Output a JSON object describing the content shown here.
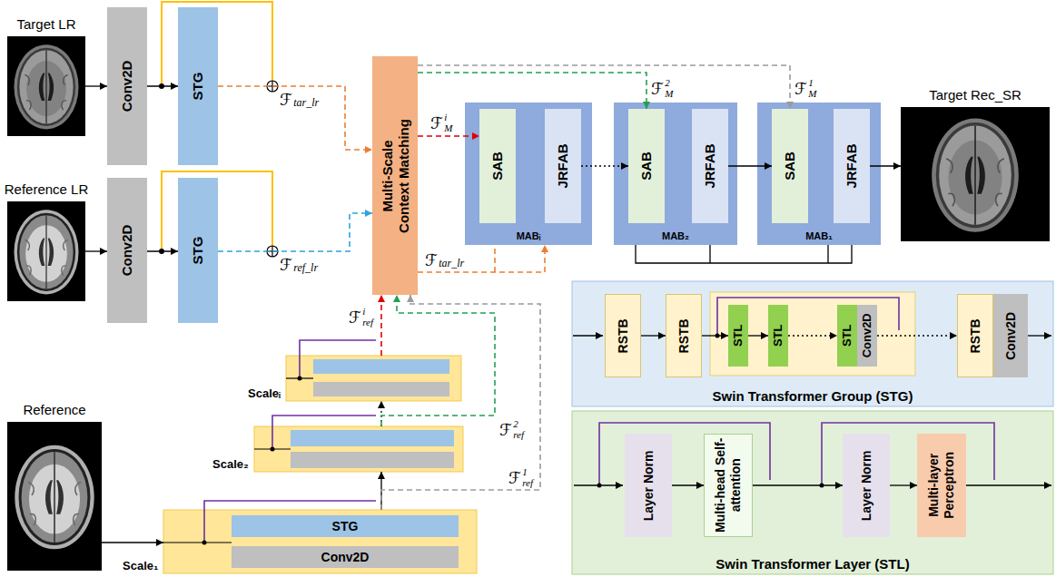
{
  "diagram": {
    "nodes": [
      {
        "text": [
          "Target LR"
        ]
      },
      {
        "text": [
          "Conv2D"
        ]
      },
      {
        "text": [
          "STG"
        ]
      },
      {
        "text": [
          "Reference LR"
        ]
      },
      {
        "text": [
          "Conv2D"
        ]
      },
      {
        "text": [
          "STG"
        ]
      },
      {
        "text": [
          "Multi-Scale Context Matching"
        ]
      },
      {
        "text": [
          "MABᵢ"
        ]
      },
      {
        "text": [
          "SAB"
        ],
        "in": 7
      },
      {
        "text": [
          "JRFAB"
        ],
        "in": 7
      },
      {
        "text": [
          "MAB₂"
        ]
      },
      {
        "text": [
          "SAB"
        ],
        "in": 10
      },
      {
        "text": [
          "JRFAB"
        ],
        "in": 10
      },
      {
        "text": [
          "MAB₁"
        ]
      },
      {
        "text": [
          "SAB"
        ],
        "in": 13
      },
      {
        "text": [
          "JRFAB"
        ],
        "in": 13
      },
      {
        "text": [
          "Target Rec_SR"
        ]
      },
      {
        "text": [
          "Reference"
        ]
      },
      {
        "text": [
          "Scale₁"
        ]
      },
      {
        "text": [
          "STG"
        ],
        "in": 18
      },
      {
        "text": [
          "Conv2D"
        ],
        "in": 18
      },
      {
        "text": [
          "Scale₂"
        ]
      },
      {
        "text": [
          "Scaleᵢ"
        ]
      },
      {
        "text": [
          "Swin Transformer Group (STG)"
        ]
      },
      {
        "text": [
          "RSTB"
        ],
        "in": 23
      },
      {
        "text": [
          "RSTB"
        ],
        "in": 23
      },
      {
        "text": [
          "STL"
        ],
        "in": 23
      },
      {
        "text": [
          "STL"
        ],
        "in": 23
      },
      {
        "text": [
          "STL"
        ],
        "in": 23
      },
      {
        "text": [
          "Conv2D"
        ],
        "in": 23
      },
      {
        "text": [
          "RSTB"
        ],
        "in": 23
      },
      {
        "text": [
          "Conv2D"
        ],
        "in": 23
      },
      {
        "text": [
          "Swin Transformer Layer (STL)"
        ]
      },
      {
        "text": [
          "Layer Norm"
        ],
        "in": 32
      },
      {
        "text": [
          "Multi-head Self-attention"
        ],
        "in": 32
      },
      {
        "text": [
          "Layer Norm"
        ],
        "in": 32
      },
      {
        "text": [
          "Multi-layer Perceptron"
        ],
        "in": 32
      }
    ],
    "edges": [
      {
        "from": 0,
        "to": 1,
        "arrow": "to"
      },
      {
        "from": 1,
        "to": 2,
        "arrow": "to"
      },
      {
        "from": 2,
        "to": 6,
        "arrow": "to"
      },
      {
        "from": 3,
        "to": 4,
        "arrow": "to"
      },
      {
        "from": 4,
        "to": 5,
        "arrow": "to"
      },
      {
        "from": 5,
        "to": 6,
        "arrow": "to"
      },
      {
        "from": 6,
        "to": 8,
        "arrow": "to"
      },
      {
        "from": 6,
        "to": 11,
        "arrow": "to"
      },
      {
        "from": 6,
        "to": 14,
        "arrow": "to"
      },
      {
        "from": 6,
        "to": 7,
        "arrow": "to"
      },
      {
        "from": 9,
        "to": 11,
        "arrow": "to"
      },
      {
        "from": 12,
        "to": 14,
        "arrow": "to"
      },
      {
        "from": 15,
        "to": 16,
        "arrow": "to"
      },
      {
        "from": 17,
        "to": 18,
        "arrow": "to"
      },
      {
        "from": 18,
        "to": 21,
        "arrow": "to"
      },
      {
        "from": 21,
        "to": 22,
        "arrow": "to"
      },
      {
        "from": 22,
        "to": 6,
        "arrow": "to"
      },
      {
        "from": 21,
        "to": 6,
        "arrow": "to"
      },
      {
        "from": 18,
        "to": 6,
        "arrow": "to"
      },
      {
        "from": 24,
        "to": 25,
        "arrow": "to"
      },
      {
        "from": 25,
        "to": 26,
        "arrow": "to"
      },
      {
        "from": 26,
        "to": 27,
        "arrow": "to"
      },
      {
        "from": 27,
        "to": 28,
        "arrow": "to"
      },
      {
        "from": 29,
        "to": 30,
        "arrow": "to"
      },
      {
        "from": 33,
        "to": 34,
        "arrow": "to"
      },
      {
        "from": 34,
        "to": 35,
        "arrow": "to"
      },
      {
        "from": 35,
        "to": 36,
        "arrow": "to"
      }
    ],
    "labels": [
      "ℱ",
      "tar_lr",
      "ℱ",
      "ref_lr",
      "ℱ",
      "M",
      "i",
      "ℱ",
      "M",
      "2",
      "ℱ",
      "M",
      "1",
      "ℱ",
      "ref",
      "i",
      "ℱ",
      "ref",
      "2",
      "ℱ",
      "ref",
      "1",
      "ℱ",
      "tar_lr"
    ]
  }
}
